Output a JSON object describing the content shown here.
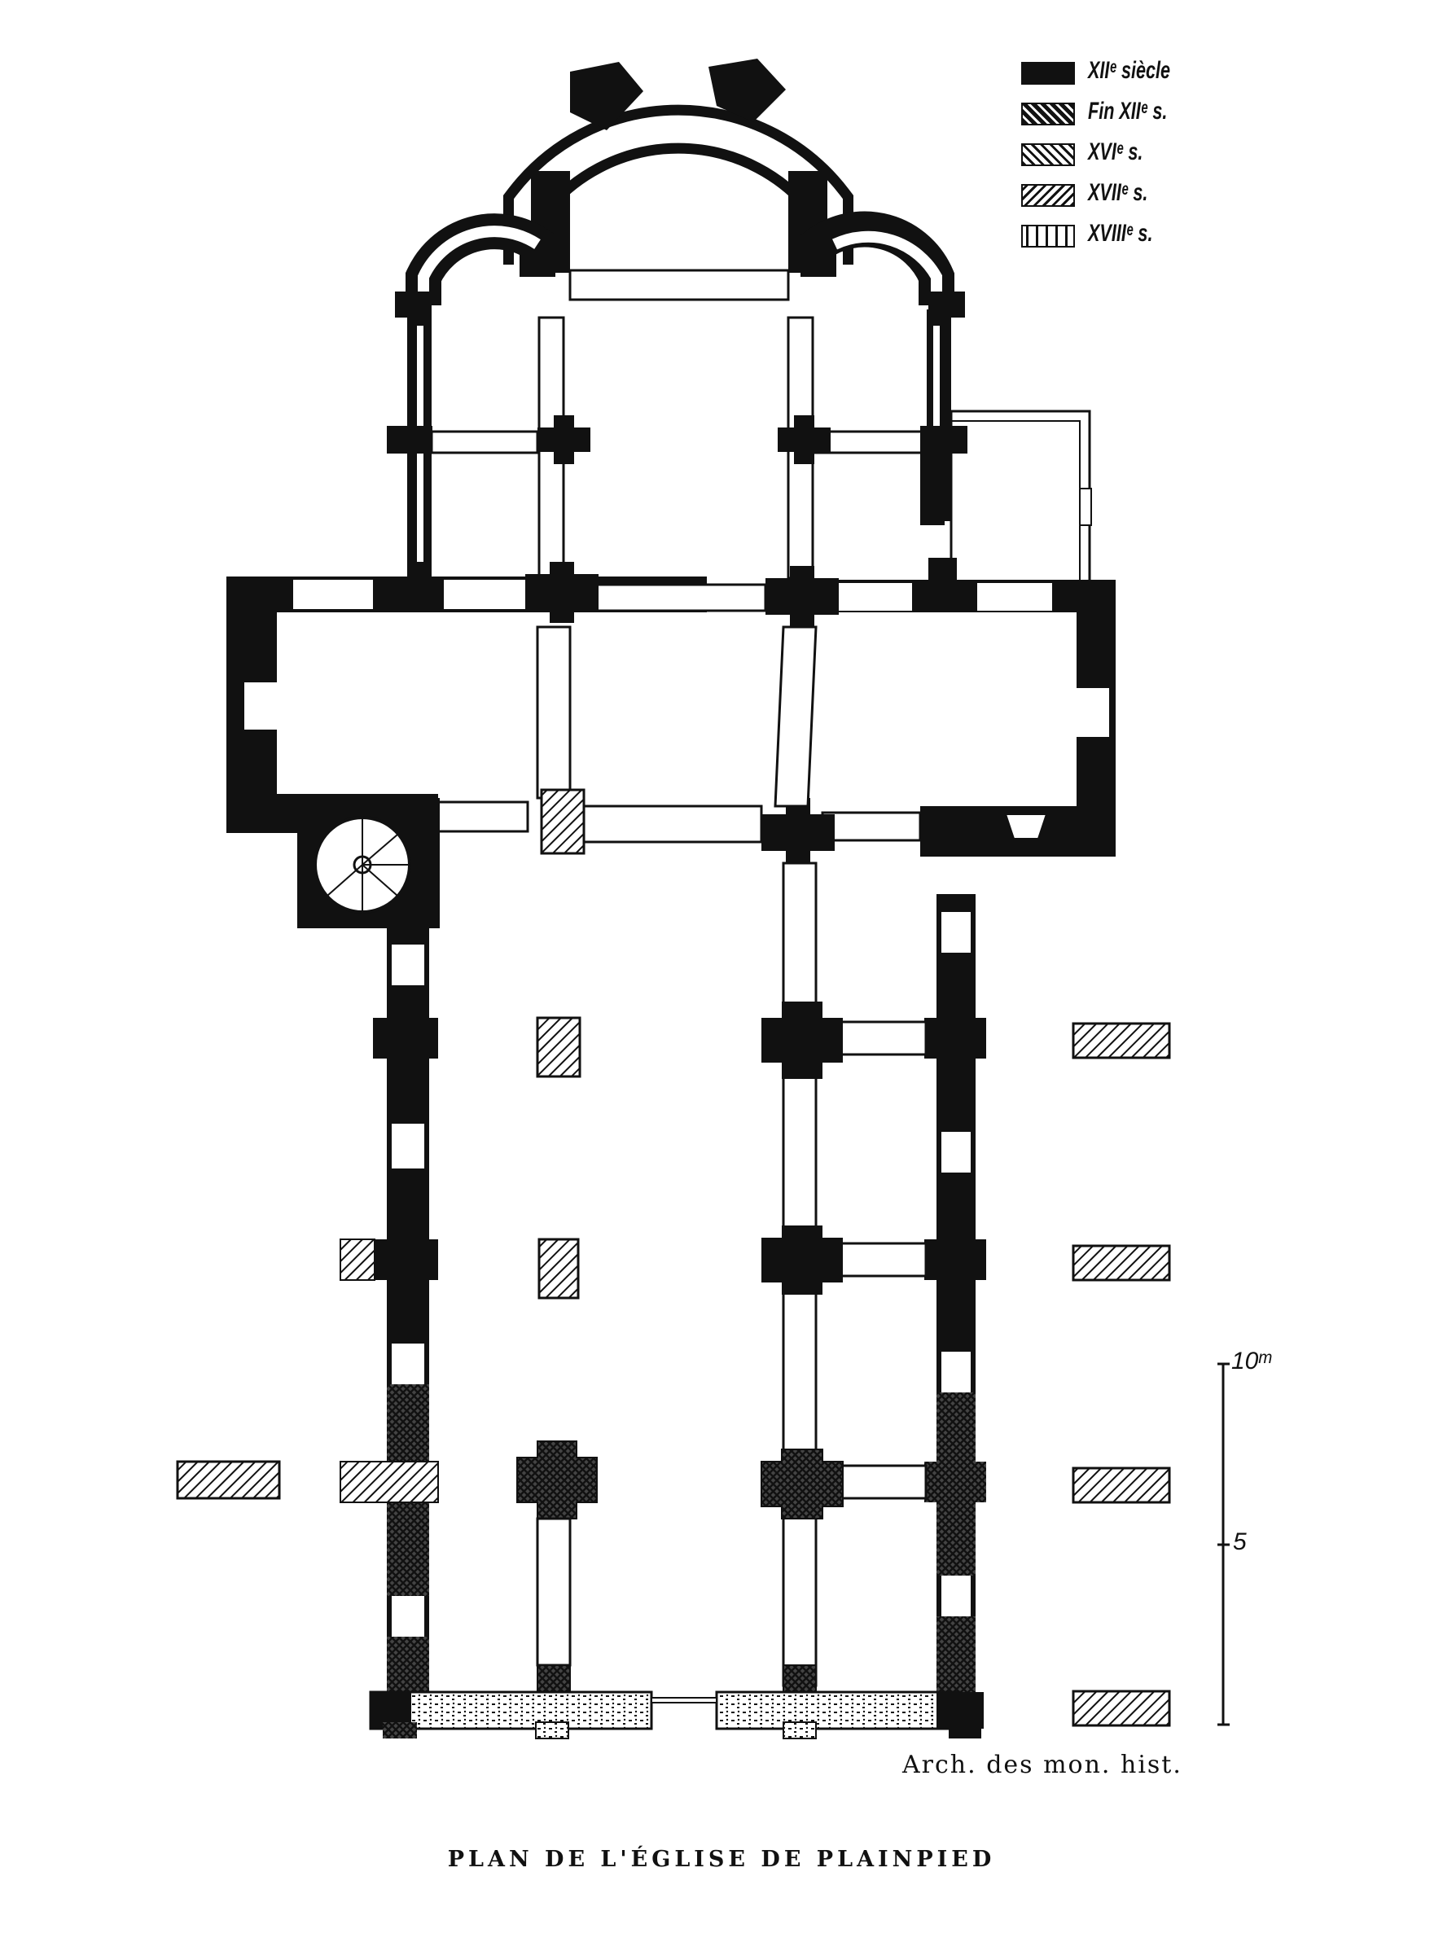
{
  "legend": [
    {
      "label": "XIIᵉ siècle",
      "pattern": "solid"
    },
    {
      "label": "Fin XIIᵉ s.",
      "pattern": "hatch-dense"
    },
    {
      "label": "XVIᵉ s.",
      "pattern": "hatch-back"
    },
    {
      "label": "XVIIᵉ s.",
      "pattern": "hatch-fwd"
    },
    {
      "label": "XVIIIᵉ s.",
      "pattern": "stipple"
    }
  ],
  "scale": {
    "top_label": "10ᵐ",
    "mid_label": "5"
  },
  "credit": "Arch. des mon. hist.",
  "caption": "PLAN DE L'ÉGLISE DE PLAINPIED",
  "colors": {
    "ink": "#111111",
    "paper": "#ffffff"
  }
}
